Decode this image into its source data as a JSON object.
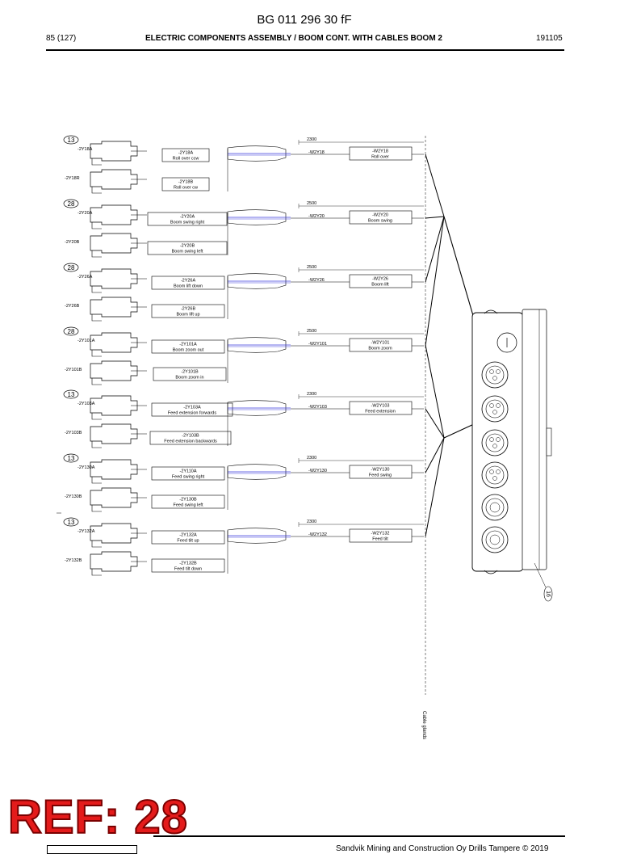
{
  "header": {
    "title": "BG 011 296 30 fF",
    "page": "85 (127)",
    "section": "ELECTRIC COMPONENTS ASSEMBLY / BOOM CONT. WITH CABLES BOOM 2",
    "date": "191105"
  },
  "groups": [
    {
      "ref": "13",
      "length": "2300",
      "label_a": "-2Y18A",
      "label_b": "-2Y18R",
      "code_a": "-2Y18A",
      "desc_a": "Roll over ccw",
      "code_b": "-2Y18B",
      "desc_b": "Roll over cw",
      "wire": "-W2Y18",
      "cable_code": "-W2Y18",
      "cable_desc": "Roll over"
    },
    {
      "ref": "28",
      "length": "2500",
      "label_a": "-2Y20A",
      "label_b": "-2Y20B",
      "code_a": "-2Y20A",
      "desc_a": "Boom swing right",
      "code_b": "-2Y20B",
      "desc_b": "Boom swing left",
      "wire": "-W2Y20",
      "cable_code": "-W2Y20",
      "cable_desc": "Boom swing"
    },
    {
      "ref": "28",
      "length": "2500",
      "label_a": "-2Y26A",
      "label_b": "-2Y26B",
      "code_a": "-2Y26A",
      "desc_a": "Boom lift down",
      "code_b": "-2Y26B",
      "desc_b": "Boom lift up",
      "wire": "-W2Y26",
      "cable_code": "-W2Y26",
      "cable_desc": "Boom lift"
    },
    {
      "ref": "28",
      "length": "2500",
      "label_a": "-2Y101A",
      "label_b": "-2Y101B",
      "code_a": "-2Y101A",
      "desc_a": "Boom zoom out",
      "code_b": "-2Y101B",
      "desc_b": "Boom zoom in",
      "wire": "-W2Y101",
      "cable_code": "-W2Y101",
      "cable_desc": "Boom zoom"
    },
    {
      "ref": "13",
      "length": "2300",
      "label_a": "-2Y103A",
      "label_b": "-2Y103B",
      "code_a": "-2Y103A",
      "desc_a": "Feed extension forwards",
      "code_b": "-2Y103B",
      "desc_b": "Feed extension backwards",
      "wire": "-W2Y103",
      "cable_code": "-W2Y103",
      "cable_desc": "Feed extension"
    },
    {
      "ref": "13",
      "length": "2300",
      "label_a": "-2Y130A",
      "label_b": "-2Y130B",
      "code_a": "-2Y110A",
      "desc_a": "Feed swing right",
      "code_b": "-2Y130B",
      "desc_b": "Feed swing left",
      "wire": "-W2Y130",
      "cable_code": "-W2Y130",
      "cable_desc": "Feed swing"
    },
    {
      "ref": "13",
      "length": "2300",
      "label_a": "-2Y132A",
      "label_b": "-2Y132B",
      "code_a": "-2Y132A",
      "desc_a": "Feed tilt up",
      "code_b": "-2Y132B",
      "desc_b": "Feed tilt down",
      "wire": "-W2Y132",
      "cable_code": "-W2Y132",
      "cable_desc": "Feed tilt"
    }
  ],
  "box_callout": "16",
  "cable_glands_label": "Cable glands",
  "ref_stamp": "REF: 28",
  "footer": {
    "copyright": "Sandvik Mining and Construction Oy Drills Tampere © 2019"
  },
  "colors": {
    "line": "#000000",
    "wire_blue": "#3a3adb",
    "ref_red": "#e41b1b"
  }
}
